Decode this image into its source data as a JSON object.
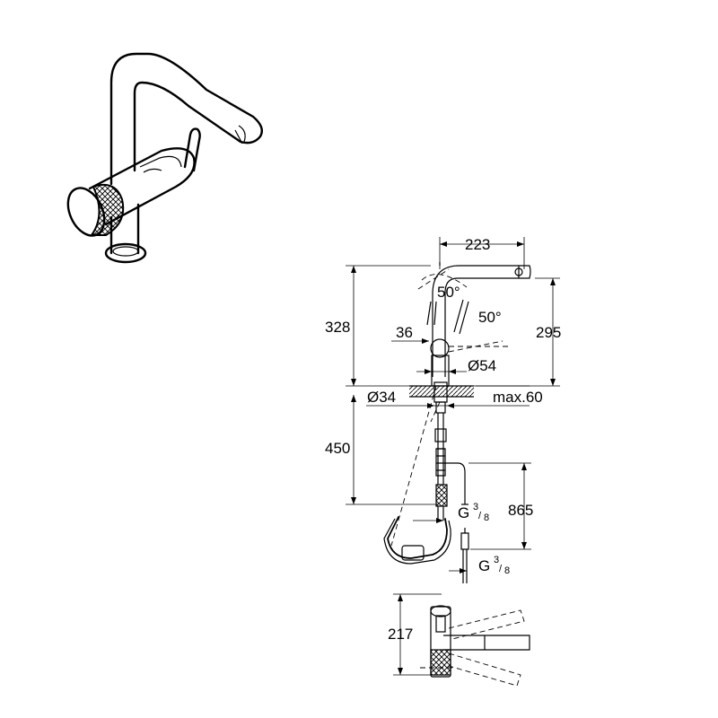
{
  "dimensions": {
    "width_top": "223",
    "height_total": "328",
    "spout_height": "295",
    "swivel_angle_1": "50°",
    "swivel_angle_2": "50°",
    "lever_offset": "36",
    "body_diameter": "Ø54",
    "hole_diameter": "Ø34",
    "max_thickness": "max.60",
    "hose_length": "450",
    "hose_total": "865",
    "plan_depth": "217"
  },
  "threads": {
    "thread_1_prefix": "G",
    "thread_1_num": "3",
    "thread_1_den": "8",
    "thread_2_prefix": "G",
    "thread_2_num": "3",
    "thread_2_den": "8"
  }
}
